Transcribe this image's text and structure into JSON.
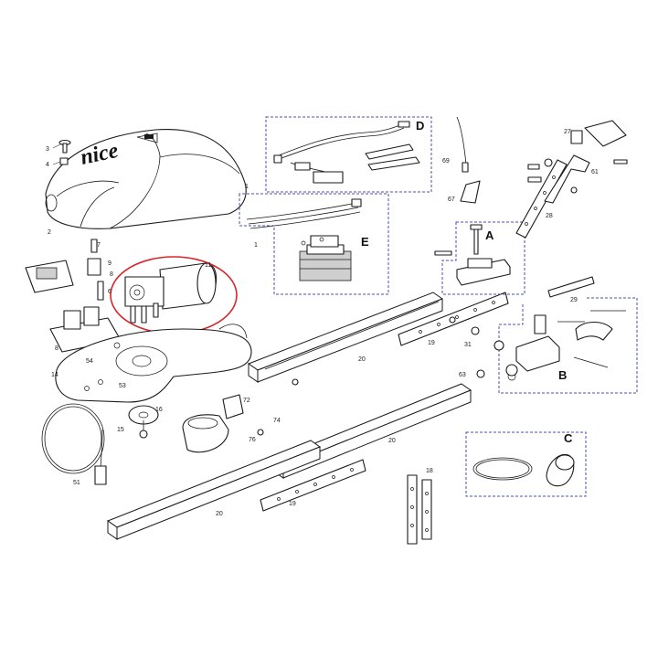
{
  "brand": {
    "logo_text": "nice"
  },
  "part_numbers": {
    "p1": "1",
    "p1b": "1",
    "p2": "2",
    "p3": "3",
    "p4": "4",
    "p6": "6",
    "p7": "7",
    "p8": "8",
    "p8b": "8",
    "p9": "9",
    "p11": "11",
    "p14": "14",
    "p15": "15",
    "p16": "16",
    "p18": "18",
    "p19": "19",
    "p19b": "19",
    "p20a": "20",
    "p20b": "20",
    "p20c": "20",
    "p27": "27",
    "p28": "28",
    "p29": "29",
    "p31": "31",
    "p51": "51",
    "p53": "53",
    "p54": "54",
    "p61": "61",
    "p63": "63",
    "p67": "67",
    "p69": "69",
    "p72": "72",
    "p74": "74",
    "p76": "76"
  },
  "kits": {
    "a": "A",
    "b": "B",
    "c": "C",
    "d": "D",
    "e": "E"
  },
  "colors": {
    "line": "#1a1a1a",
    "kit_border": "#4a4fb0",
    "highlight": "#d7262b"
  }
}
